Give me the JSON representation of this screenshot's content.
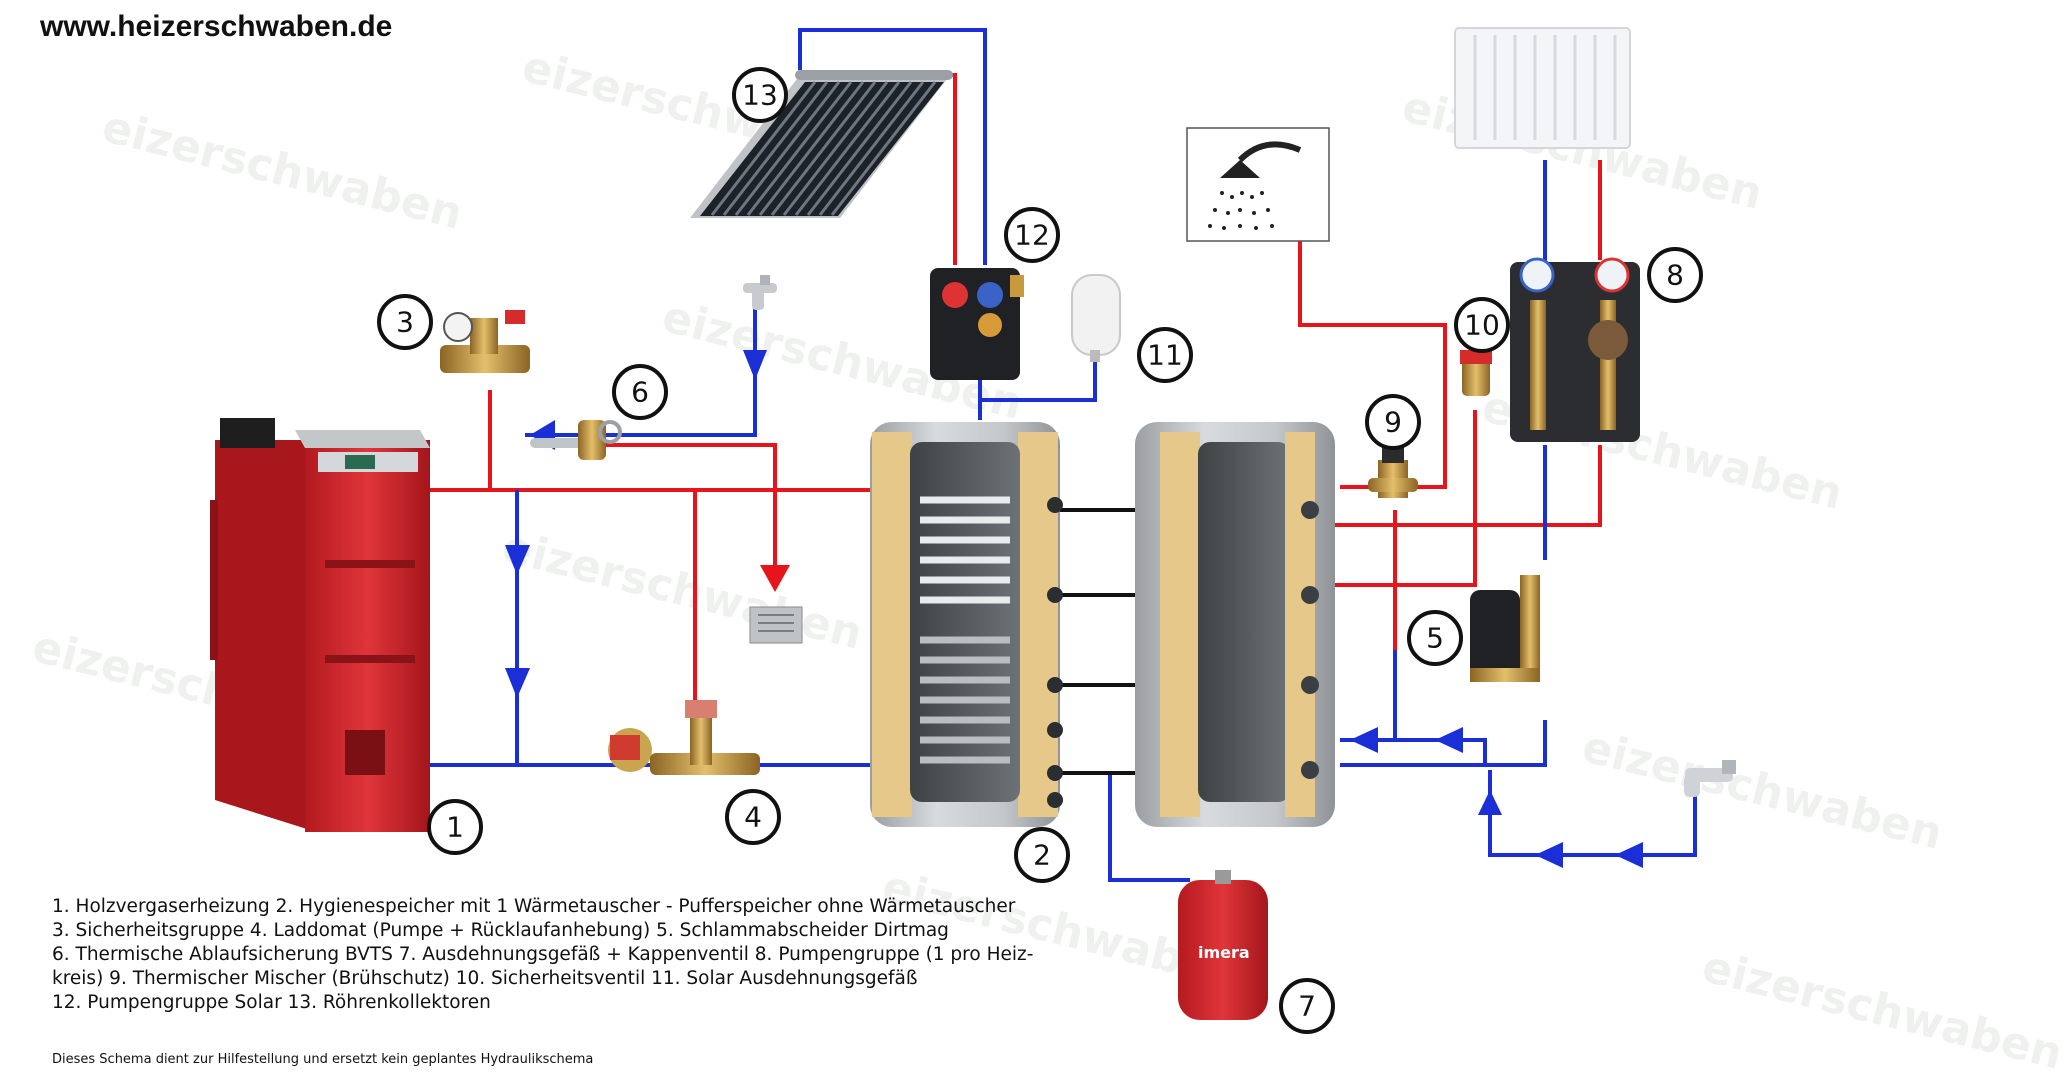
{
  "header": {
    "site": "www.heizerschwaben.de"
  },
  "callouts": [
    "1",
    "2",
    "3",
    "4",
    "5",
    "6",
    "7",
    "8",
    "9",
    "10",
    "11",
    "12",
    "13"
  ],
  "legend": {
    "lines": [
      "1. Holzvergaserheizung   2. Hygienespeicher mit 1 Wärmetauscher - Pufferspeicher ohne Wärmetauscher",
      "3. Sicherheitsgruppe   4. Laddomat (Pumpe + Rücklaufanhebung) 5. Schlammabscheider Dirtmag",
      "6. Thermische Ablaufsicherung BVTS   7. Ausdehnungsgefäß + Kappenventil   8. Pumpengruppe (1 pro Heiz-",
      "kreis)  9. Thermischer Mischer (Brühschutz)   10. Sicherheitsventil 11. Solar Ausdehnungsgefäß",
      "12. Pumpengruppe Solar   13. Röhrenkollektoren"
    ]
  },
  "disclaimer": "Dieses Schema dient zur Hilfestellung und ersetzt kein geplantes Hydraulikschema",
  "watermark": "eizerschwaben",
  "vessel_brand": "imera",
  "colors": {
    "hot": "#e8141b",
    "cold": "#1a2fd6",
    "boiler": "#d8262b",
    "tank": "#b9bdc0",
    "insulation": "#e6c98a",
    "brass": "#c89a3c"
  }
}
